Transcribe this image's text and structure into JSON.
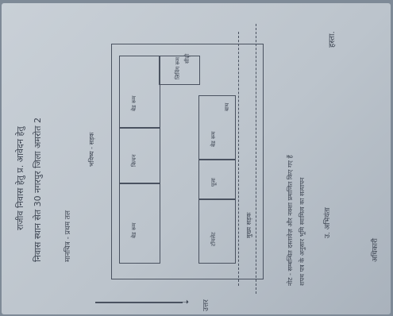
{
  "header": {
    "title": "राजीव निवास हेतु प्र. आवेदन हेतु",
    "address": "निवास स्थान सेत 30 नगरपुर जिला अमरोत 2"
  },
  "map": {
    "title": "मानचित्र - प्रथम तल",
    "road_top": "भविष्य - सड़क",
    "road_bottom": "मुख्य सड़क",
    "rooms": [
      {
        "label": "बेड रूम"
      },
      {
        "label": "किचन"
      },
      {
        "label": "बेड रूम"
      },
      {
        "label": "लिविंग रूम"
      },
      {
        "label": "बेड रूम"
      },
      {
        "label": "पूजा"
      },
      {
        "label": "टॉयलेट"
      },
      {
        "label": "बाथ"
      },
      {
        "label": "सीढ़ी"
      }
    ],
    "compass_label": "उत्तर"
  },
  "notes": {
    "line1": "नोट - सम्बन्धित दस्तावेज़ और नक्शा प्रमाणित किए गए हैं",
    "line2": "शपथ पत्र के अनुसार भूमि स्वामित्व का सत्यापन"
  },
  "signatures": {
    "owner_label": "हस्ता.",
    "engineer_label": "उ. अभियंता",
    "officer_label": "अधिकारी"
  }
}
